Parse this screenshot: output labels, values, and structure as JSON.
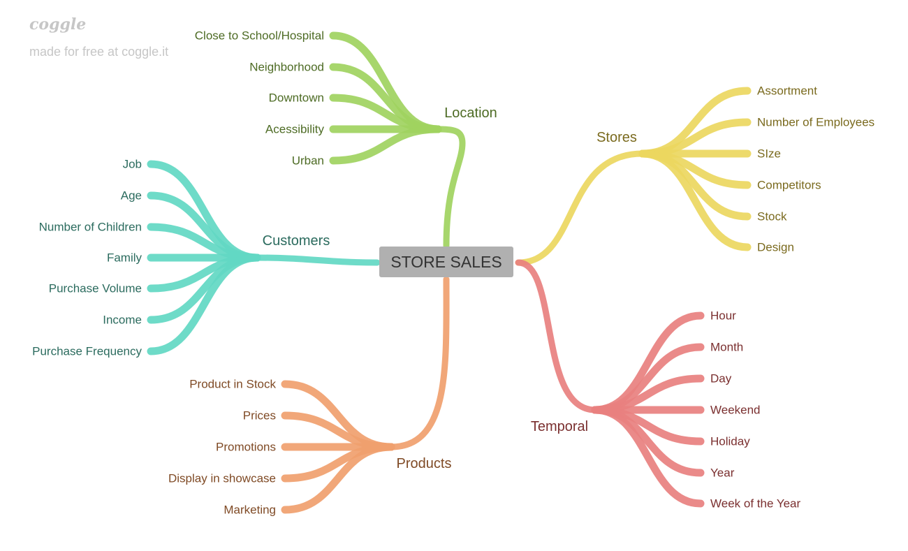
{
  "watermark": {
    "logo": "coggle",
    "text": "made for free at coggle.it"
  },
  "root": {
    "label": "STORE SALES"
  },
  "branches": [
    {
      "name": "Location",
      "color": "#9fd35f",
      "text_color": "#4d6b24",
      "leaves": [
        "Close to School/Hospital",
        "Neighborhood",
        "Downtown",
        "Acessibility",
        "Urban"
      ]
    },
    {
      "name": "Customers",
      "color": "#62d8c3",
      "text_color": "#2b6b5e",
      "leaves": [
        "Job",
        "Age",
        "Number of Children",
        "Family",
        "Purchase Volume",
        "Income",
        "Purchase Frequency"
      ]
    },
    {
      "name": "Products",
      "color": "#f0a06e",
      "text_color": "#7f4a25",
      "leaves": [
        "Product in Stock",
        "Prices",
        "Promotions",
        "Display in showcase",
        "Marketing"
      ]
    },
    {
      "name": "Stores",
      "color": "#ebd760",
      "text_color": "#7a6a1e",
      "leaves": [
        "Assortment",
        "Number of Employees",
        "SIze",
        "Competitors",
        "Stock",
        "Design"
      ]
    },
    {
      "name": "Temporal",
      "color": "#e8807f",
      "text_color": "#7a2f2f",
      "leaves": [
        "Hour",
        "Month",
        "Day",
        "Weekend",
        "Holiday",
        "Year",
        "Week of the Year"
      ]
    }
  ]
}
